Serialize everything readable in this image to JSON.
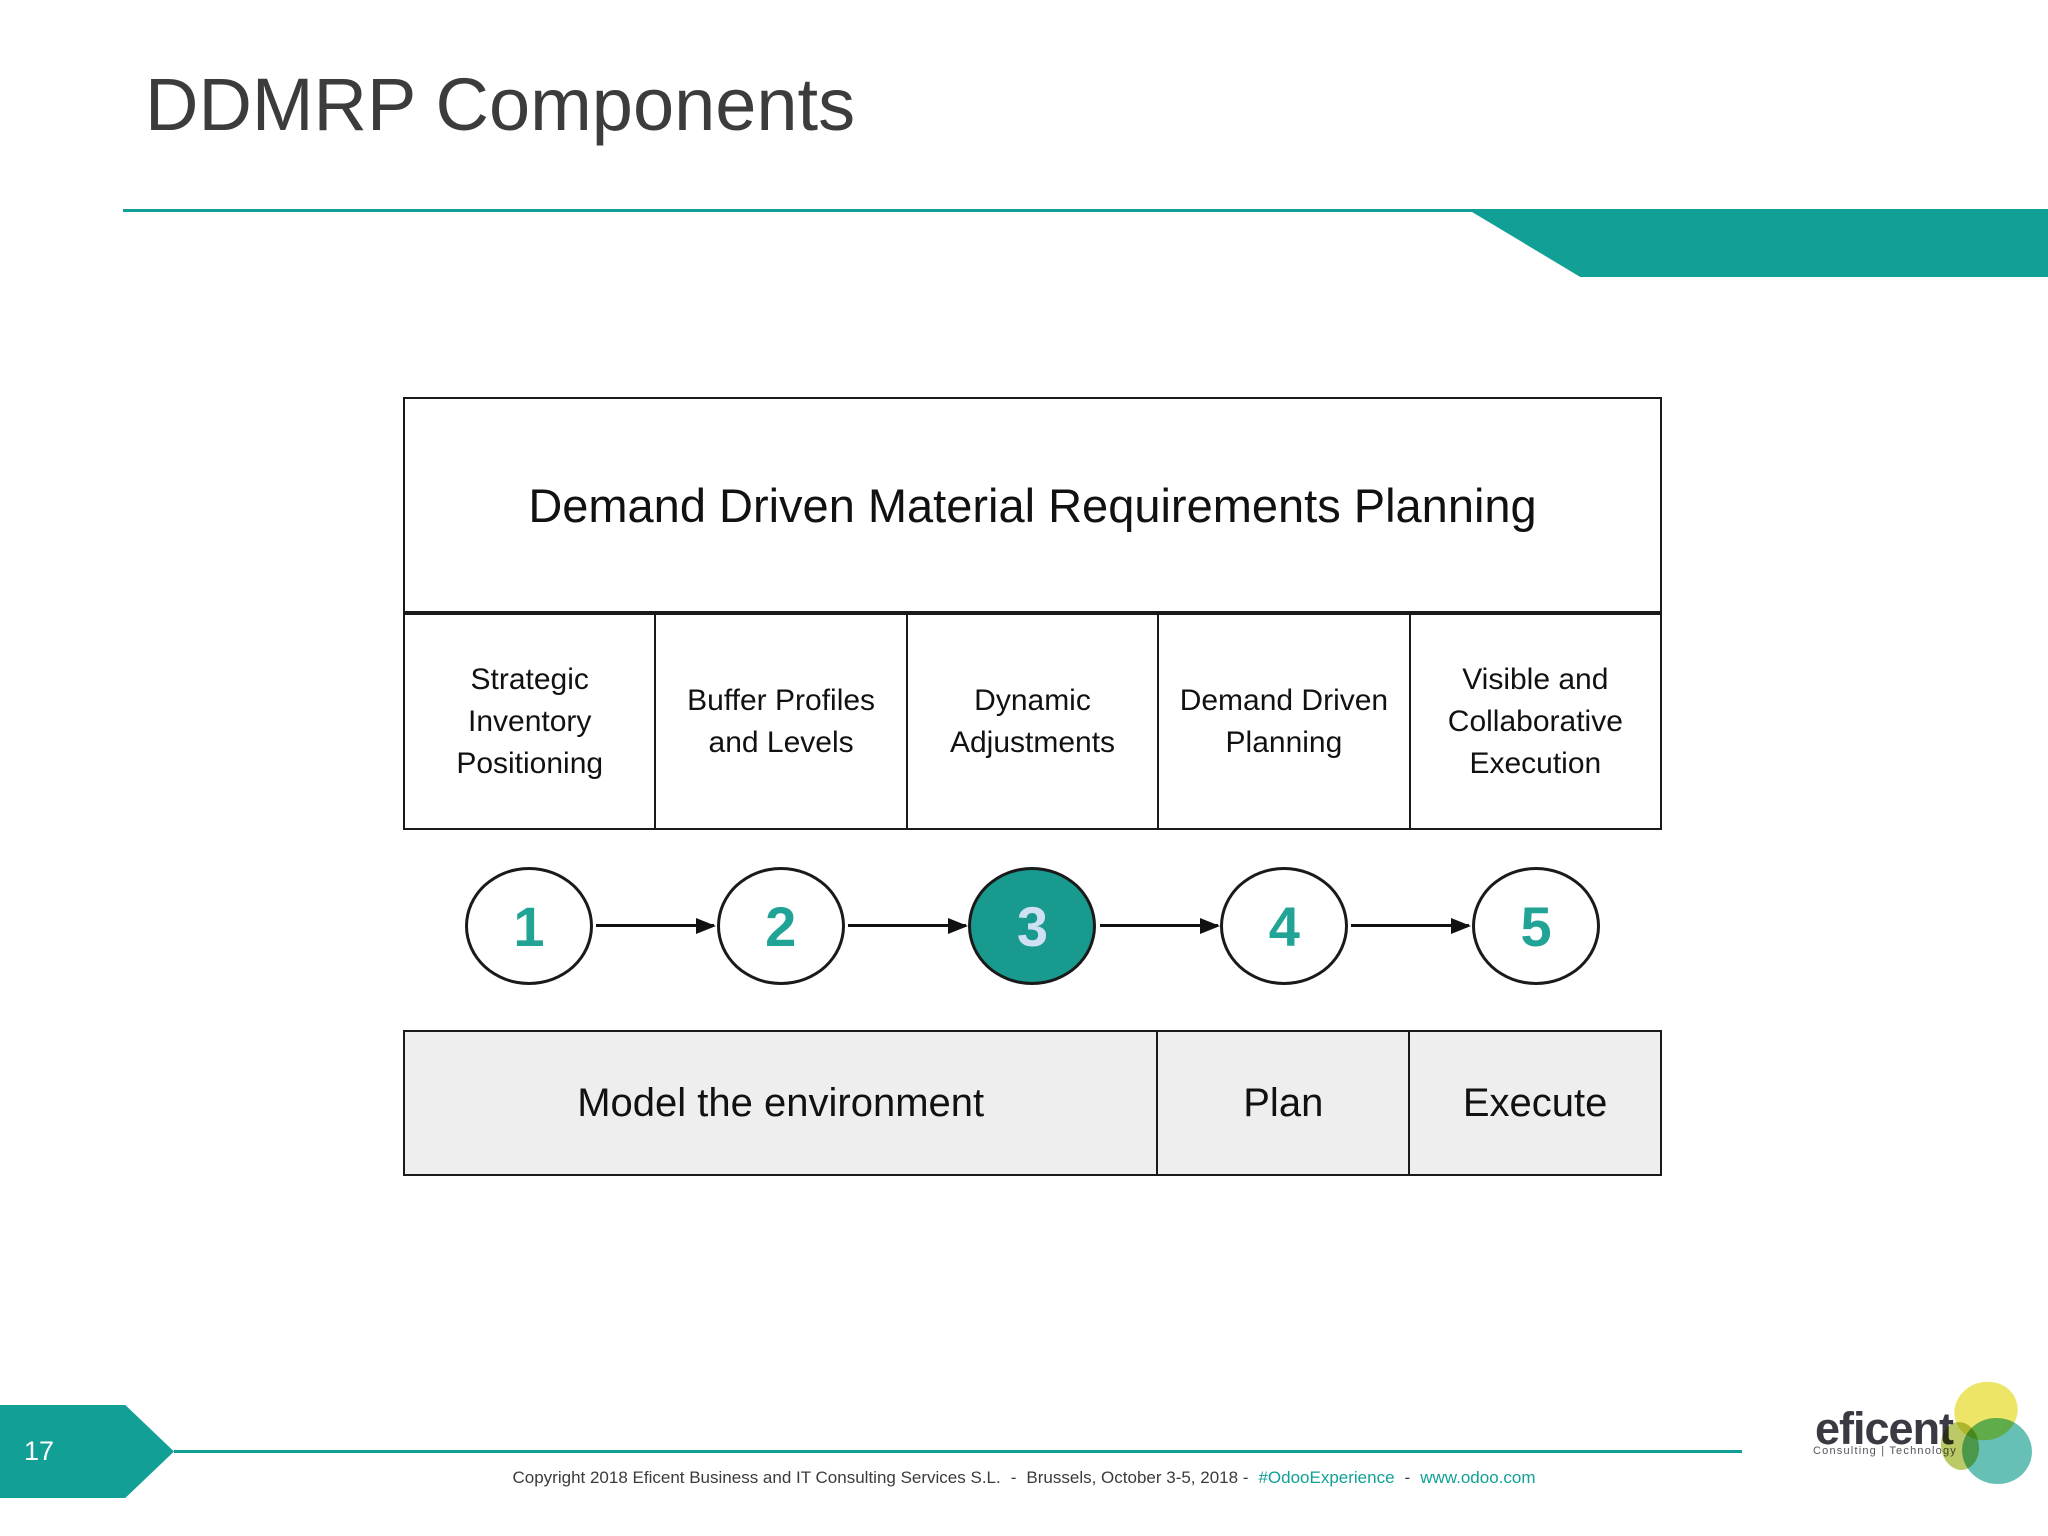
{
  "slide": {
    "title": "DDMRP Components",
    "page_number": "17"
  },
  "diagram": {
    "header": "Demand Driven Material Requirements Planning",
    "components": [
      {
        "number": "1",
        "label": "Strategic Inventory Positioning",
        "active": false
      },
      {
        "number": "2",
        "label": "Buffer Profiles and Levels",
        "active": false
      },
      {
        "number": "3",
        "label": "Dynamic Adjustments",
        "active": true
      },
      {
        "number": "4",
        "label": "Demand Driven Planning",
        "active": false
      },
      {
        "number": "5",
        "label": "Visible and Collaborative Execution",
        "active": false
      }
    ],
    "phases": [
      {
        "label": "Model the environment",
        "columns_spanned": 3
      },
      {
        "label": "Plan",
        "columns_spanned": 1
      },
      {
        "label": "Execute",
        "columns_spanned": 1
      }
    ]
  },
  "footer": {
    "copyright_text": "Copyright 2018 Eficent Business and IT Consulting Services S.L.",
    "dash1": "-",
    "location_date": "Brussels, October 3-5, 2018 -",
    "hashtag": "#OdooExperience",
    "dash2": "-",
    "website": "www.odoo.com"
  },
  "logo": {
    "name": "eficent",
    "tagline": "Consulting | Technology"
  },
  "colors": {
    "brand_teal": "#12a096",
    "active_circle_fill": "#189a8e",
    "active_circle_number": "#cfe0f3",
    "circle_number": "#21a396",
    "phase_row_bg": "#eeeeee",
    "text_dark": "#3b3b3b",
    "border_black": "#1a1a1a"
  }
}
